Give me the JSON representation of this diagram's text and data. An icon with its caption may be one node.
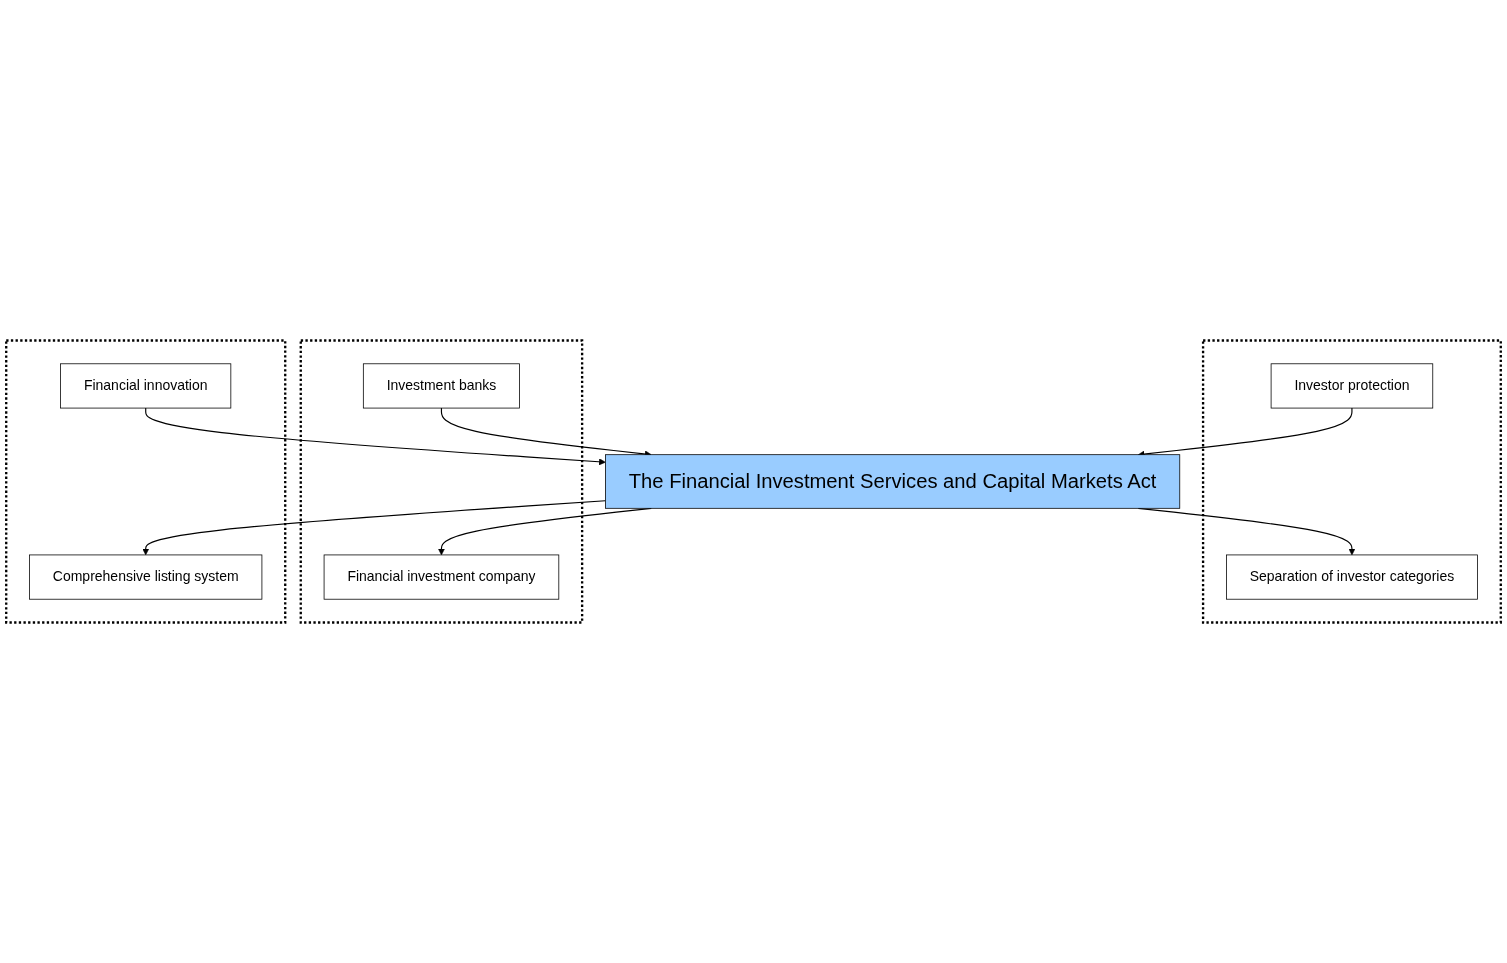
{
  "diagram": {
    "nodes": [
      {
        "text": [],
        "shape": "box"
      },
      {
        "text": [],
        "shape": "box"
      },
      {
        "text": [],
        "shape": "box"
      },
      {
        "text": [
          "Financial innovation"
        ],
        "in": 0
      },
      {
        "text": [
          "Investment banks"
        ],
        "in": 1
      },
      {
        "text": [
          "Investor protection"
        ],
        "in": 2
      },
      {
        "text": [
          "The Financial Investment Services and Capital Markets Act"
        ]
      },
      {
        "text": [
          "Comprehensive listing system"
        ],
        "in": 0
      },
      {
        "text": [
          "Financial investment company"
        ],
        "in": 1
      },
      {
        "text": [
          "Separation of investor categories"
        ],
        "in": 2
      }
    ],
    "edges": [
      {
        "from": 3,
        "to": 6,
        "arrow": "to"
      },
      {
        "from": 4,
        "to": 6,
        "arrow": "to"
      },
      {
        "from": 5,
        "to": 6,
        "arrow": "to"
      },
      {
        "from": 6,
        "to": 7,
        "arrow": "to"
      },
      {
        "from": 6,
        "to": 8,
        "arrow": "to"
      },
      {
        "from": 6,
        "to": 9,
        "arrow": "to"
      }
    ]
  }
}
